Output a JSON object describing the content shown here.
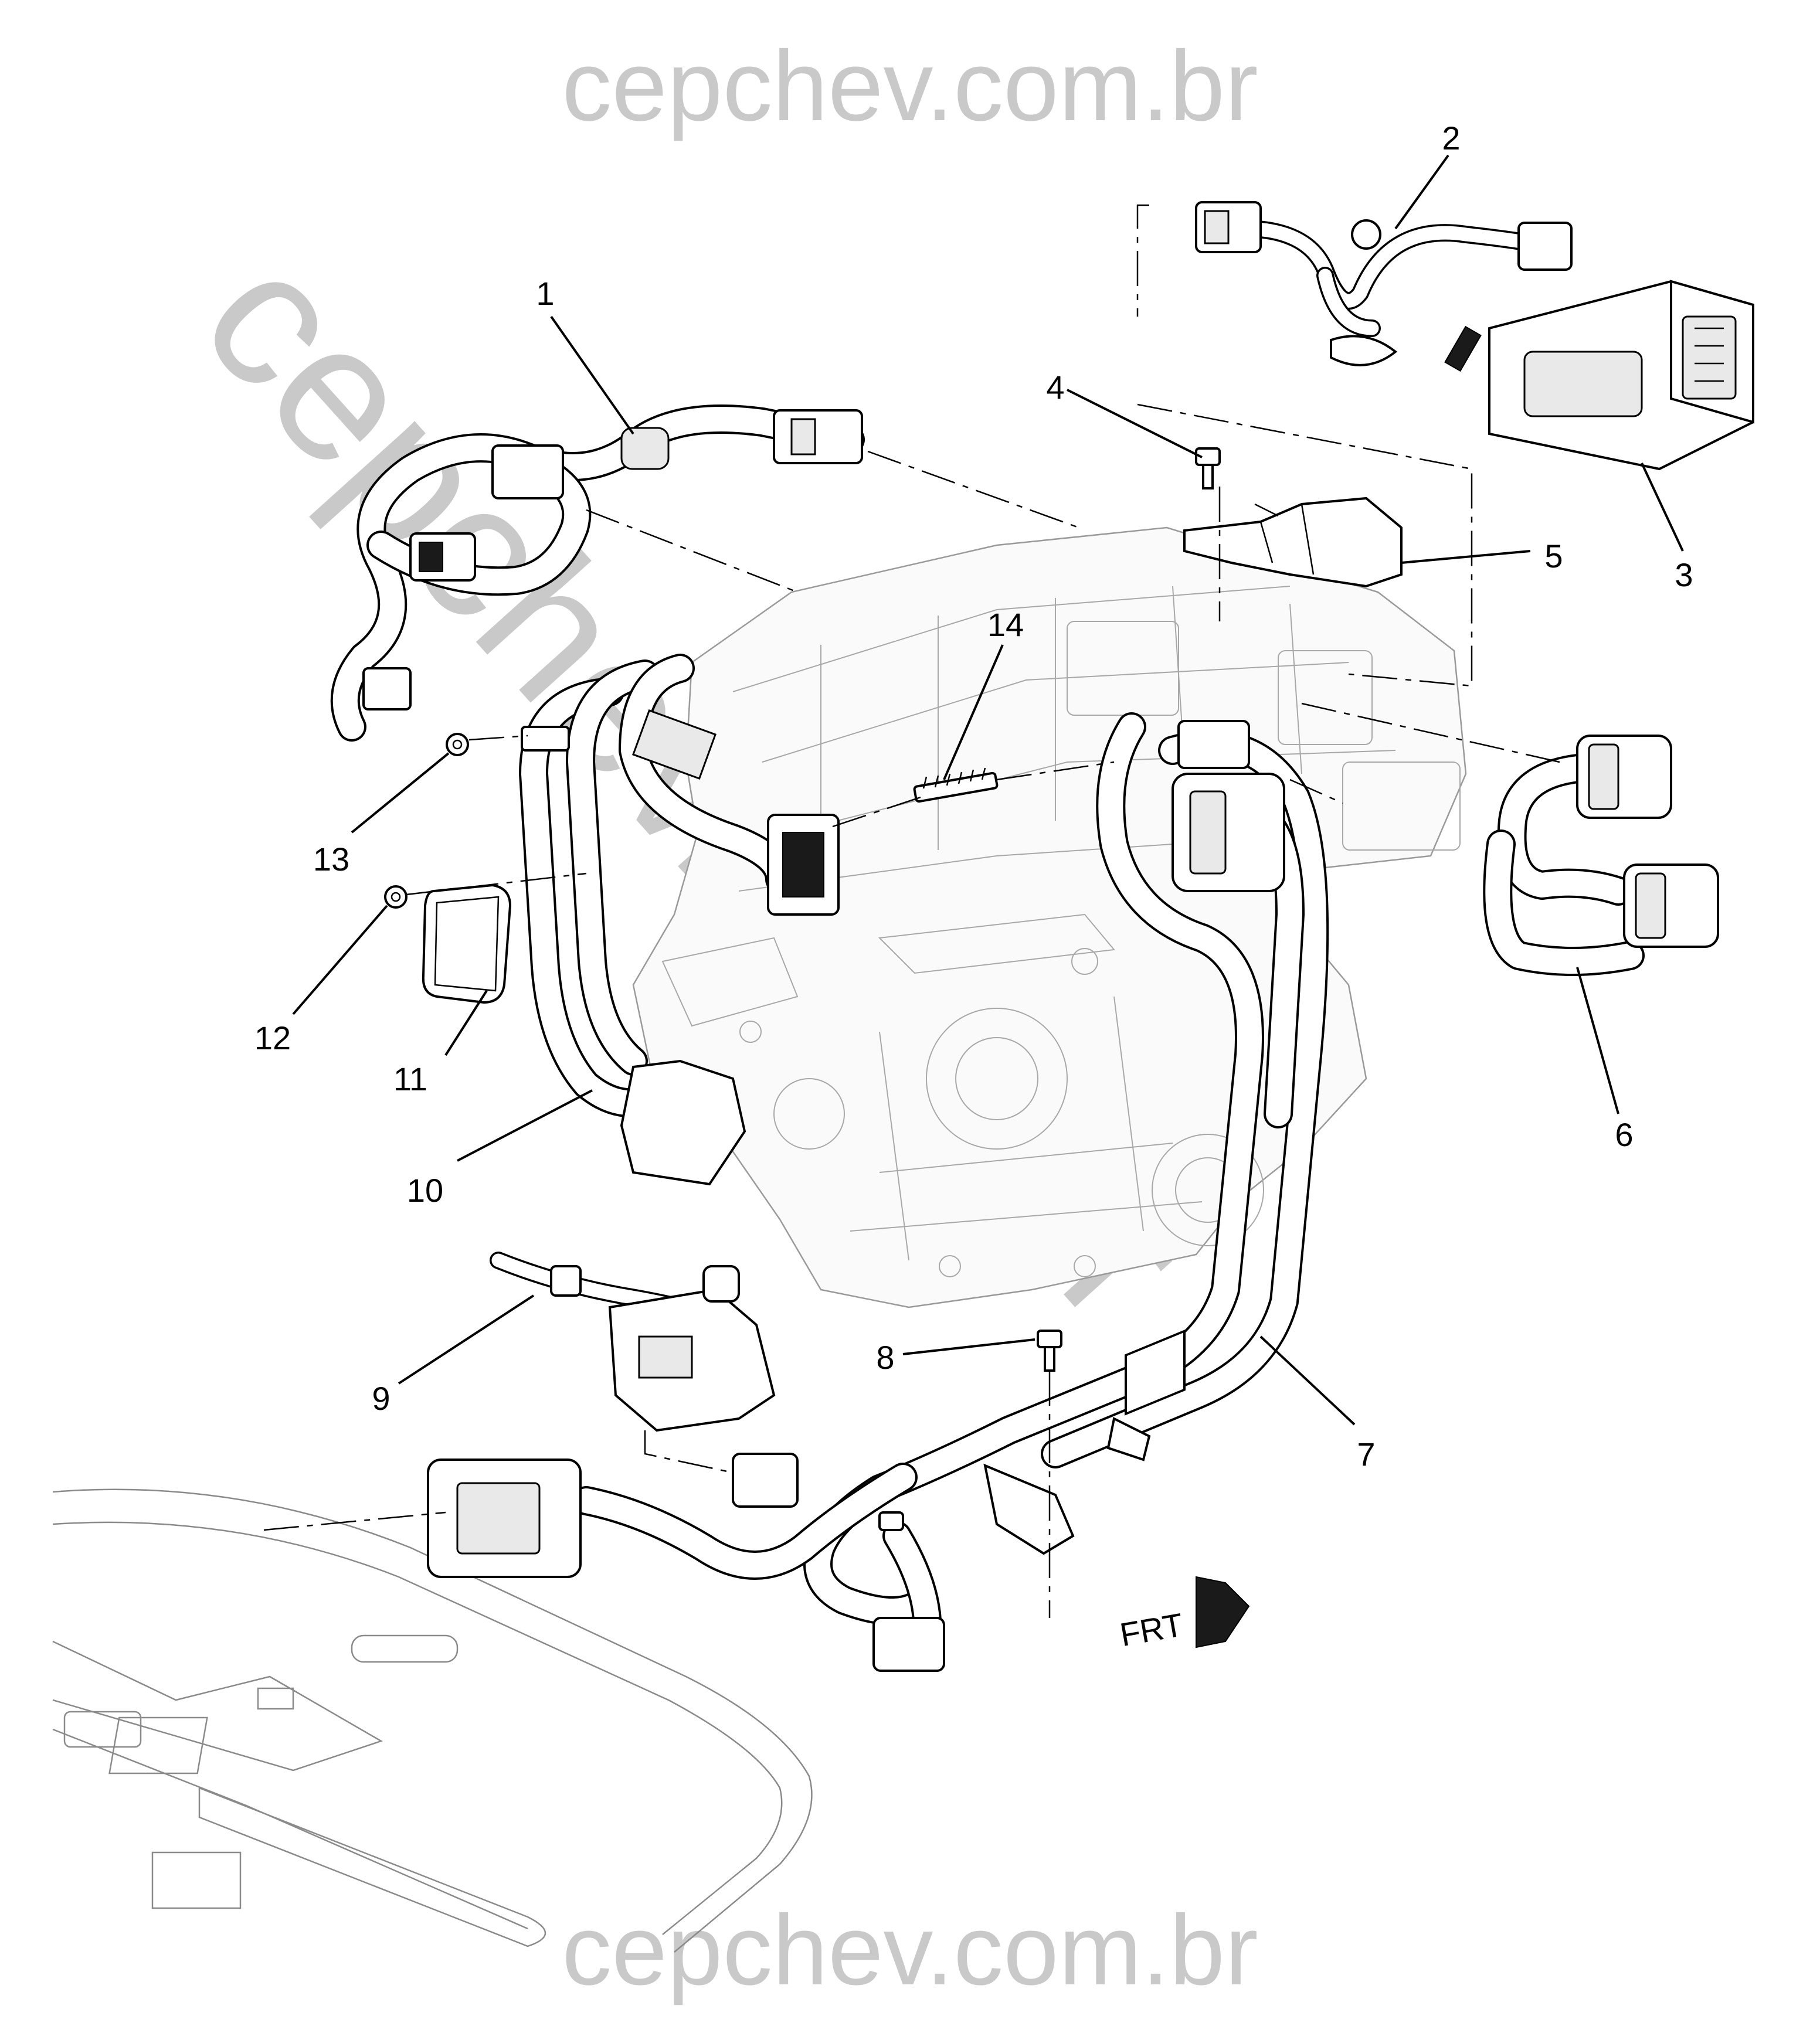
{
  "watermark": {
    "header": "cepchev.com.br",
    "footer": "cepchev.com.br",
    "diagonal": "cepchev.com.br",
    "color": "#c9c9c9"
  },
  "callouts": [
    {
      "id": "1",
      "label": "1"
    },
    {
      "id": "2",
      "label": "2"
    },
    {
      "id": "3",
      "label": "3"
    },
    {
      "id": "4",
      "label": "4"
    },
    {
      "id": "5",
      "label": "5"
    },
    {
      "id": "6",
      "label": "6"
    },
    {
      "id": "7",
      "label": "7"
    },
    {
      "id": "8",
      "label": "8"
    },
    {
      "id": "9",
      "label": "9"
    },
    {
      "id": "10",
      "label": "10"
    },
    {
      "id": "11",
      "label": "11"
    },
    {
      "id": "12",
      "label": "12"
    },
    {
      "id": "13",
      "label": "13"
    },
    {
      "id": "14",
      "label": "14"
    }
  ],
  "direction_marker": {
    "label": "FRT",
    "icon": "front-arrow-icon"
  }
}
